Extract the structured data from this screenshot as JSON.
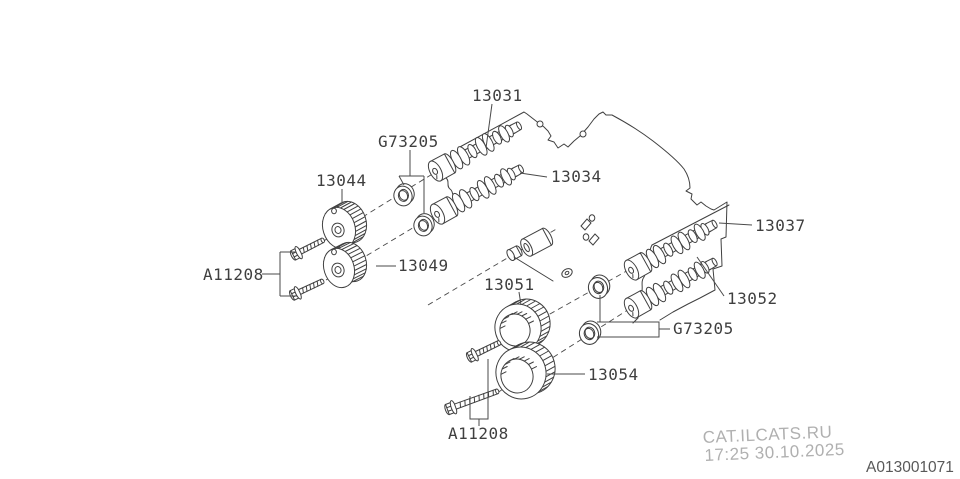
{
  "labels": {
    "l13031": "13031",
    "g73205_top": "G73205",
    "l13044": "13044",
    "l13034": "13034",
    "l13037": "13037",
    "l13052": "13052",
    "a11208_left": "A11208",
    "l13049": "13049",
    "l13051": "13051",
    "g73205_bottom": "G73205",
    "l13054": "13054",
    "a11208_bottom": "A11208"
  },
  "watermark": {
    "site": "CAT.ILCATS.RU",
    "datetime": "17:25 30.10.2025"
  },
  "diagram_code": "A013001071",
  "colors": {
    "line": "#404040",
    "label": "#3f3f3f",
    "watermark": "#b0b0b0",
    "code": "#585858",
    "background": "#ffffff"
  }
}
